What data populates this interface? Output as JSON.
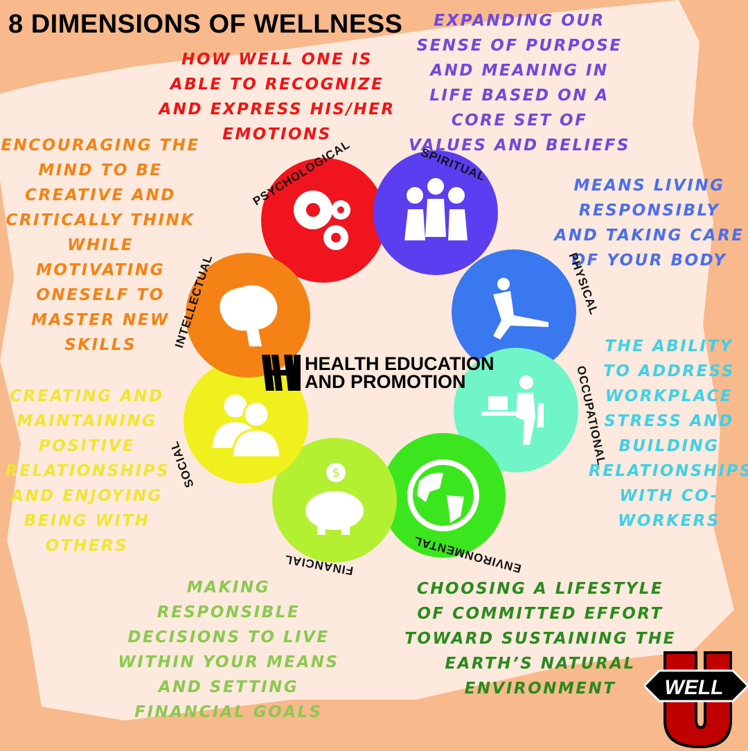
{
  "title": "8 DIMENSIONS OF WELLNESS",
  "center_logo": {
    "line1": "HEALTH EDUCATION",
    "line2": "AND PROMOTION",
    "mark": "H-logo"
  },
  "corner_logo": {
    "text": "WELL",
    "letter": "U"
  },
  "dimensions": [
    {
      "label": "PSYCHOLOGICAL",
      "icon": "gears-icon",
      "color": "#f0141e",
      "description": "How well one is able to recognize and express his/her emotions"
    },
    {
      "label": "SPIRITUAL",
      "icon": "people-kneeling-icon",
      "color": "#5a3ef0",
      "description": "Expanding our sense of purpose and meaning in life based on a core set of values and beliefs"
    },
    {
      "label": "PHYSICAL",
      "icon": "stretching-person-icon",
      "color": "#3a78f0",
      "description": "Means living responsibly and taking care of your body"
    },
    {
      "label": "OCCUPATIONAL",
      "icon": "person-at-desk-icon",
      "color": "#6ff5c8",
      "description": "The ability to address workplace stress and building relationships with co-workers"
    },
    {
      "label": "ENVIRONMENTAL",
      "icon": "globe-icon",
      "color": "#3ce61e",
      "description": "Choosing a lifestyle of committed effort toward sustaining the Earth’s natural environment"
    },
    {
      "label": "FINANCIAL",
      "icon": "piggy-bank-icon",
      "color": "#b4f032",
      "description": "Making responsible decisions to live within your means and setting financial goals"
    },
    {
      "label": "SOCIAL",
      "icon": "two-people-icon",
      "color": "#f0f01e",
      "description": "Creating and maintaining positive relationships and enjoying being with others"
    },
    {
      "label": "INTELLECTUAL",
      "icon": "brain-icon",
      "color": "#f58214",
      "description": "Encouraging the mind to be creative and critically think while motivating oneself to master new skills"
    }
  ],
  "text_colors": {
    "psychological": "#f01414",
    "spiritual": "#7048e0",
    "physical": "#4a6ef0",
    "occupational": "#40d0e8",
    "environmental": "#2a8a1e",
    "financial": "#8cc850",
    "social": "#f0e632",
    "intellectual": "#f58214"
  }
}
